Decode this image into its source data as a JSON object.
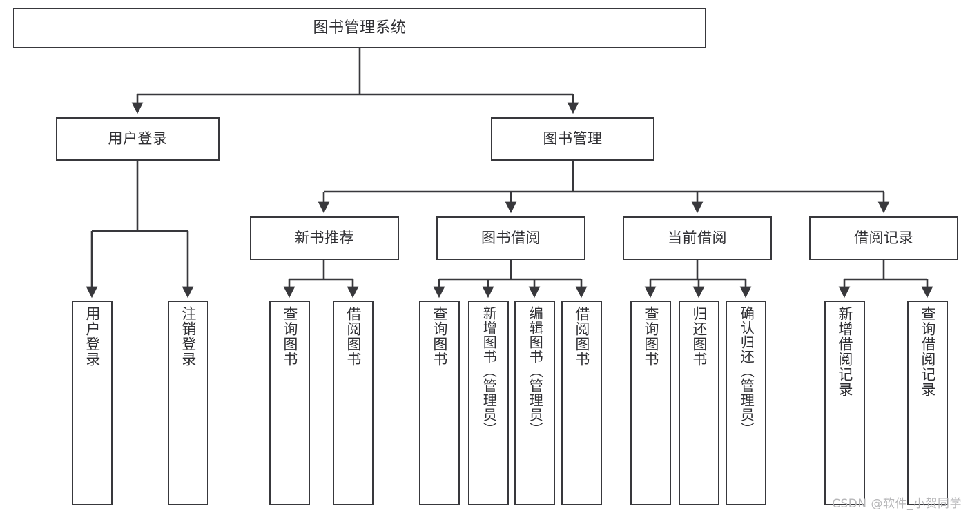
{
  "diagram": {
    "type": "tree-hierarchy-chart",
    "title": "图书管理系统",
    "colors": {
      "background": "#ffffff",
      "stroke": "#38383c",
      "text": "#2f2f33",
      "watermark": "#b6b6b8"
    },
    "root": {
      "label": "图书管理系统"
    },
    "level2": [
      {
        "label": "用户登录"
      },
      {
        "label": "图书管理"
      }
    ],
    "level3": [
      {
        "label": "新书推荐"
      },
      {
        "label": "图书借阅"
      },
      {
        "label": "当前借阅"
      },
      {
        "label": "借阅记录"
      }
    ],
    "leaves": {
      "user_login": [
        {
          "label": "用户登录"
        },
        {
          "label": "注销登录"
        }
      ],
      "new_book_recommend": [
        {
          "label": "查询图书"
        },
        {
          "label": "借阅图书"
        }
      ],
      "book_borrow": [
        {
          "label": "查询图书"
        },
        {
          "label": "新增图书（管理员）"
        },
        {
          "label": "编辑图书（管理员）"
        },
        {
          "label": "借阅图书"
        }
      ],
      "current_borrow": [
        {
          "label": "查询图书"
        },
        {
          "label": "归还图书"
        },
        {
          "label": "确认归还（管理员）"
        }
      ],
      "borrow_record": [
        {
          "label": "新增借阅记录"
        },
        {
          "label": "查询借阅记录"
        }
      ]
    },
    "watermark": "CSDN @软件_小贺同学"
  }
}
